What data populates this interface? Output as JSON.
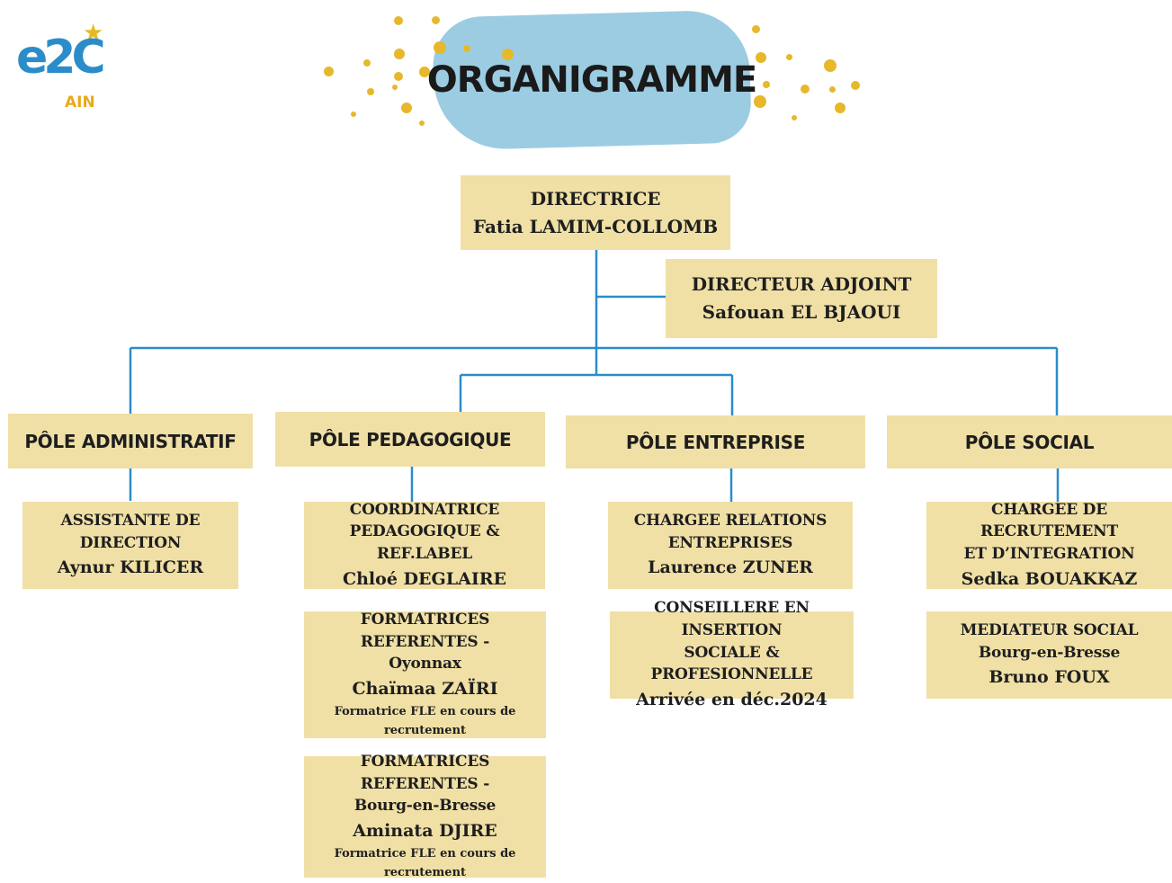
{
  "logo": {
    "brand": "e2C",
    "region": "AIN"
  },
  "title": "ORGANIGRAMME",
  "top": [
    {
      "role": "DIRECTRICE",
      "name": "Fatia LAMIM-COLLOMB"
    },
    {
      "role": "DIRECTEUR ADJOINT",
      "name": "Safouan EL BJAOUI"
    }
  ],
  "poles": [
    {
      "label": "PÔLE ADMINISTRATIF",
      "members": [
        {
          "role_lines": [
            "ASSISTANTE DE",
            "DIRECTION"
          ],
          "name": "Aynur KILICER"
        }
      ]
    },
    {
      "label": "PÔLE PEDAGOGIQUE",
      "members": [
        {
          "role_lines": [
            "COORDINATRICE",
            "PEDAGOGIQUE & REF.LABEL"
          ],
          "name": "Chloé DEGLAIRE"
        },
        {
          "role_lines": [
            "FORMATRICES REFERENTES -",
            "Oyonnax"
          ],
          "name": "Chaïmaa ZAÏRI",
          "note_lines": [
            "Formatrice FLE en cours de",
            "recrutement"
          ]
        },
        {
          "role_lines": [
            "FORMATRICES REFERENTES -",
            "Bourg-en-Bresse"
          ],
          "name": "Aminata DJIRE",
          "note_lines": [
            "Formatrice FLE en cours de",
            "recrutement"
          ]
        }
      ]
    },
    {
      "label": "PÔLE ENTREPRISE",
      "members": [
        {
          "role_lines": [
            "CHARGEE RELATIONS",
            "ENTREPRISES"
          ],
          "name": "Laurence ZUNER"
        },
        {
          "role_lines": [
            "CONSEILLERE EN INSERTION",
            "SOCIALE & PROFESIONNELLE"
          ],
          "name": "Arrivée en déc.2024"
        }
      ]
    },
    {
      "label": "PÔLE SOCIAL",
      "members": [
        {
          "role_lines": [
            "CHARGEE DE RECRUTEMENT",
            "ET D’INTEGRATION"
          ],
          "name": "Sedka BOUAKKAZ"
        },
        {
          "role_lines": [
            "MEDIATEUR SOCIAL",
            "Bourg-en-Bresse"
          ],
          "name": "Bruno FOUX"
        }
      ]
    }
  ],
  "colors": {
    "box": "#f0e0a6",
    "line": "#2a8dc9",
    "blob": "#9ccce2",
    "dots": "#e6b82a"
  }
}
